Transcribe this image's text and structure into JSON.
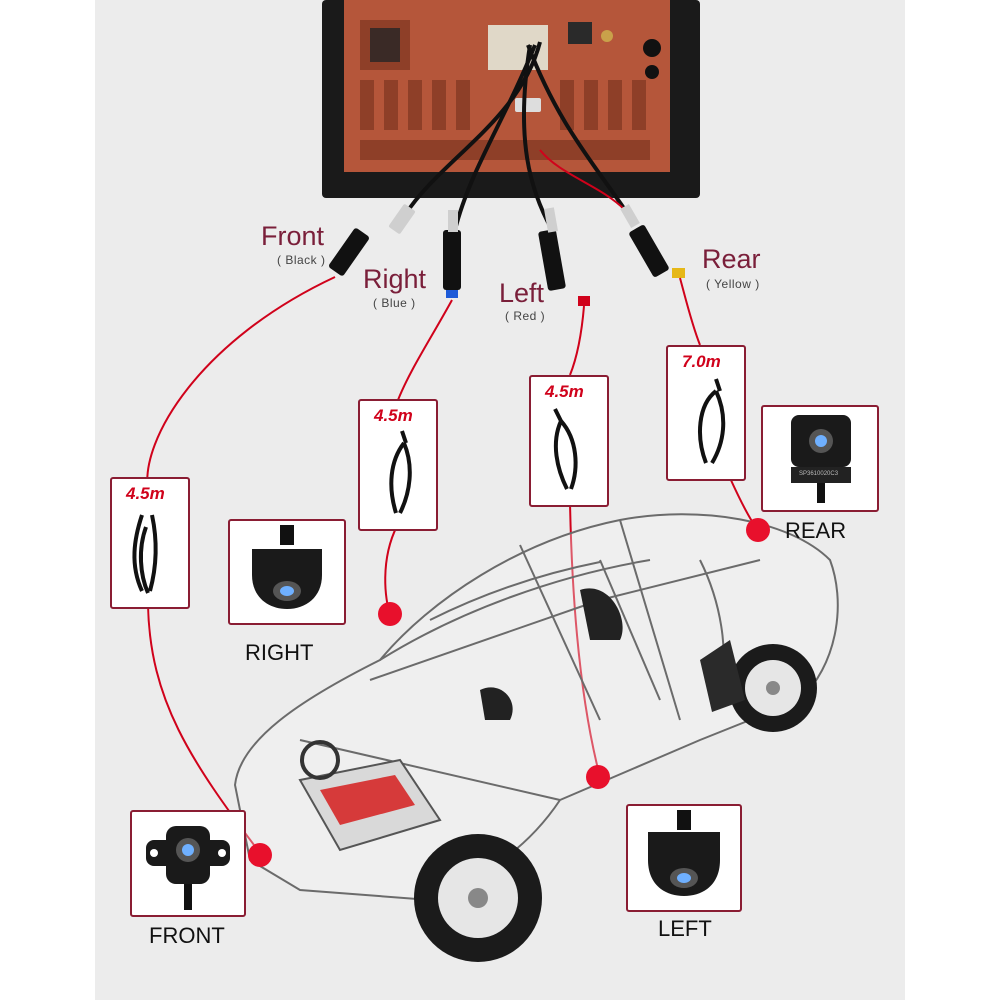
{
  "outputs": {
    "front": {
      "name": "Front",
      "color": "( Black )",
      "length": "4.5m",
      "camera": "FRONT"
    },
    "right": {
      "name": "Right",
      "color": "( Blue )",
      "length": "4.5m",
      "camera": "RIGHT"
    },
    "left": {
      "name": "Left",
      "color": "( Red )",
      "length": "4.5m",
      "camera": "LEFT"
    },
    "rear": {
      "name": "Rear",
      "color": "( Yellow )",
      "length": "7.0m",
      "camera": "REAR"
    }
  },
  "rear_camera_marking": "SP3610020C3",
  "colors": {
    "label": "#7a1f3a",
    "length": "#d0021b",
    "dot": "#e8102c",
    "box_border": "#8a1d33",
    "head_unit": "#b5563a",
    "connector_front": "#111111",
    "connector_right": "#1e5bd8",
    "connector_left": "#d0021b",
    "connector_rear": "#e6b817"
  }
}
